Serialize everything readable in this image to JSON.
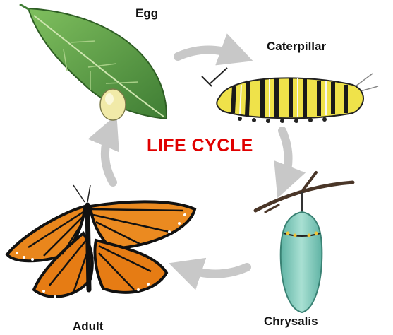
{
  "diagram": {
    "title": "LIFE CYCLE",
    "stages": [
      {
        "id": "egg",
        "label": "Egg",
        "icon": "leaf-with-egg-icon"
      },
      {
        "id": "caterpillar",
        "label": "Caterpillar",
        "icon": "caterpillar-icon"
      },
      {
        "id": "chrysalis",
        "label": "Chrysalis",
        "icon": "chrysalis-icon"
      },
      {
        "id": "adult",
        "label": "Adult",
        "icon": "monarch-butterfly-icon"
      }
    ],
    "arrows": [
      {
        "from": "egg",
        "to": "caterpillar"
      },
      {
        "from": "caterpillar",
        "to": "chrysalis"
      },
      {
        "from": "chrysalis",
        "to": "adult"
      },
      {
        "from": "adult",
        "to": "egg"
      }
    ],
    "colors": {
      "title": "#e00000",
      "arrow": "#c8c8c8",
      "leaf": "#5c9a45",
      "caterpillar_yellow": "#efe24a",
      "chrysalis": "#7cc7b8",
      "wing_orange": "#e9861c"
    }
  }
}
